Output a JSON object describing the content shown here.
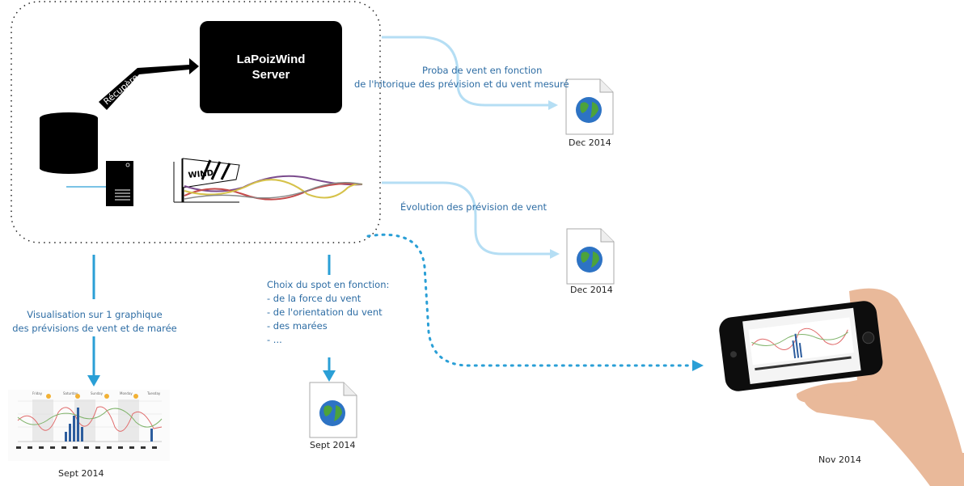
{
  "server": {
    "line1": "LaPoizWind",
    "line2": "Server"
  },
  "arrow_label": "Récupère",
  "logo_text": "WIND",
  "flows": {
    "proba": {
      "line1": "Proba de vent en fonction",
      "line2": "de l'hitorique des prévision et du vent mesuré",
      "date": "Dec 2014"
    },
    "evolution": {
      "line1": "Évolution des prévision de vent",
      "date": "Dec 2014"
    },
    "visualisation": {
      "line1": "Visualisation sur 1 graphique",
      "line2": "des prévisions de vent et de marée",
      "date": "Sept 2014"
    },
    "choix": {
      "line1": "Choix du spot en fonction:",
      "line2": "- de la force du vent",
      "line3": "- de l'orientation du vent",
      "line4": "-  des marées",
      "line5": "- ...",
      "date": "Sept 2014"
    },
    "mobile": {
      "date": "Nov 2014"
    }
  },
  "forecast_days": [
    "Friday",
    "Saturday",
    "Sunday",
    "Monday",
    "Tuesday"
  ],
  "colors": {
    "accent_blue": "#2a9fd6",
    "light_blue": "#a8d8f0",
    "text_blue": "#2e6da4",
    "server_bg": "#000000"
  }
}
